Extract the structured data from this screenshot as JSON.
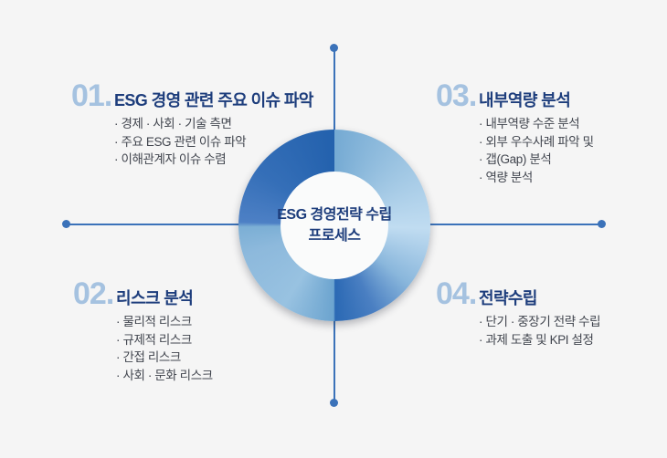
{
  "center": {
    "line1": "ESG 경영전략 수립",
    "line2": "프로세스"
  },
  "sections": [
    {
      "number": "01.",
      "title": "ESG 경영 관련 주요 이슈 파악",
      "items": [
        "· 경제 · 사회 · 기술 측면",
        "· 주요 ESG 관련 이슈 파악",
        "· 이해관계자 이슈 수렴"
      ]
    },
    {
      "number": "02.",
      "title": "리스크 분석",
      "items": [
        "· 물리적 리스크",
        "· 규제적 리스크",
        "· 간접 리스크",
        "· 사회 · 문화 리스크"
      ]
    },
    {
      "number": "03.",
      "title": "내부역량 분석",
      "items": [
        "· 내부역량 수준 분석",
        "· 외부 우수사례 파악 및",
        "· 갭(Gap) 분석",
        "· 역량 분석"
      ]
    },
    {
      "number": "04.",
      "title": "전략수립",
      "items": [
        "· 단기 · 중장기 전략 수립",
        "· 과제 도출 및 KPI 설정"
      ]
    }
  ],
  "colors": {
    "bg": "#f5f5f5",
    "navy": "#1d3d7c",
    "numblue": "#a5c2e0",
    "bullet": "#41454e",
    "lineblue": "#3b72b9",
    "inner": "#fafbfb",
    "ring_dark": "#2a68b3",
    "ring_light": "#c0dcf1"
  }
}
